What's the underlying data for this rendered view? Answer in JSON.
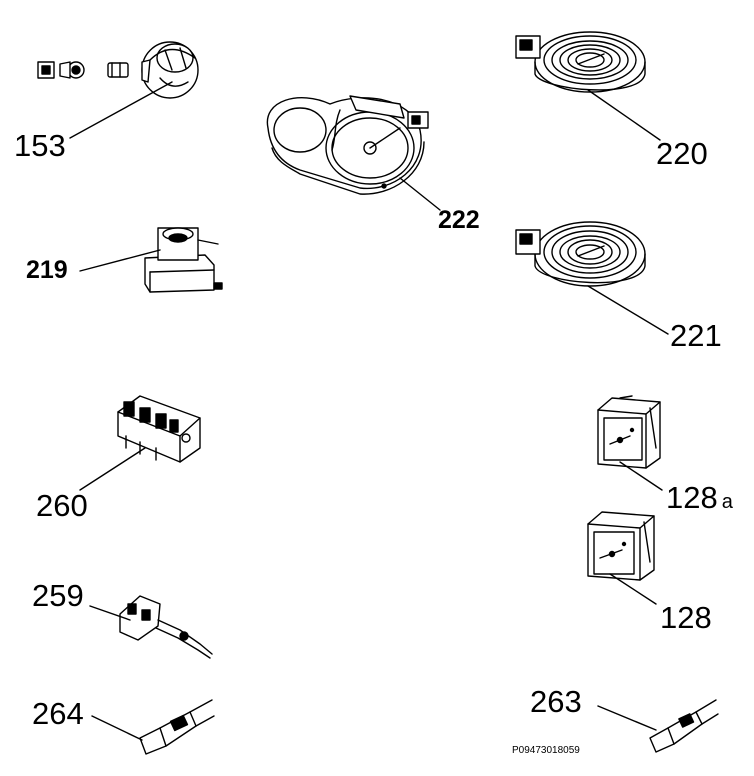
{
  "diagram": {
    "colors": {
      "line": "#000000",
      "background": "#ffffff",
      "shade": "#d0d0d0"
    },
    "parts": [
      {
        "id": "p153",
        "label": "153",
        "suffix": "",
        "icon": "knob-with-switch-icon"
      },
      {
        "id": "p219",
        "label": "219",
        "suffix": "",
        "icon": "energy-regulator-icon"
      },
      {
        "id": "p260",
        "label": "260",
        "suffix": "",
        "icon": "selector-switch-icon"
      },
      {
        "id": "p259",
        "label": "259",
        "suffix": "",
        "icon": "connector-cable-icon"
      },
      {
        "id": "p264",
        "label": "264",
        "suffix": "",
        "icon": "connector-terminal-icon"
      },
      {
        "id": "p222",
        "label": "222",
        "suffix": "",
        "icon": "dual-oval-heating-element-icon"
      },
      {
        "id": "p220",
        "label": "220",
        "suffix": "",
        "icon": "radiant-heating-element-icon"
      },
      {
        "id": "p221",
        "label": "221",
        "suffix": "",
        "icon": "radiant-heating-element-icon"
      },
      {
        "id": "p128a",
        "label": "128",
        "suffix": "a",
        "icon": "regulator-box-icon"
      },
      {
        "id": "p128",
        "label": "128",
        "suffix": "",
        "icon": "regulator-box-icon"
      },
      {
        "id": "p263",
        "label": "263",
        "suffix": "",
        "icon": "connector-terminal-icon"
      }
    ],
    "reference_code": "P09473018059"
  }
}
